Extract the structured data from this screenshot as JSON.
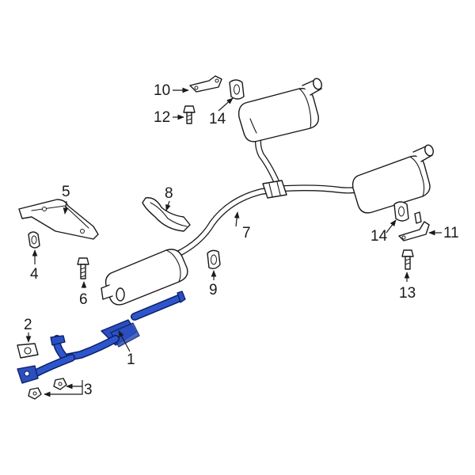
{
  "diagram": {
    "highlight_color": "#2a4fc0",
    "callouts": {
      "c1": "1",
      "c2": "2",
      "c3": "3",
      "c4": "4",
      "c5": "5",
      "c6": "6",
      "c7": "7",
      "c8": "8",
      "c9": "9",
      "c10": "10",
      "c11": "11",
      "c12": "12",
      "c13": "13",
      "c14a": "14",
      "c14b": "14"
    }
  }
}
